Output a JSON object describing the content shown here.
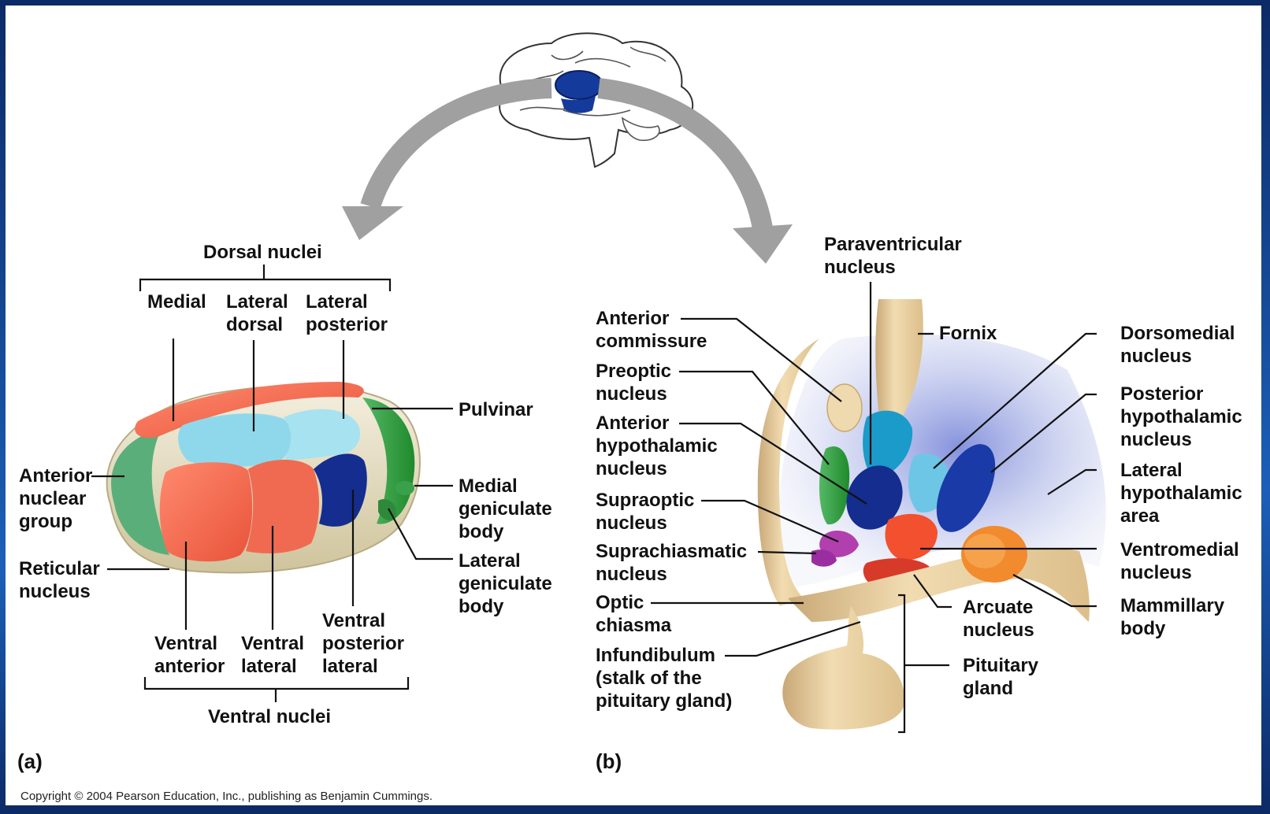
{
  "panel_a": {
    "tag": "(a)",
    "dorsal": {
      "group": "Dorsal nuclei",
      "medial": "Medial",
      "lateral_dorsal": [
        "Lateral",
        "dorsal"
      ],
      "lateral_posterior": [
        "Lateral",
        "posterior"
      ]
    },
    "pulvinar": "Pulvinar",
    "anterior_group": [
      "Anterior",
      "nuclear",
      "group"
    ],
    "reticular": [
      "Reticular",
      "nucleus"
    ],
    "medial_geniculate": [
      "Medial",
      "geniculate",
      "body"
    ],
    "lateral_geniculate": [
      "Lateral",
      "geniculate",
      "body"
    ],
    "ventral": {
      "group": "Ventral nuclei",
      "anterior": [
        "Ventral",
        "anterior"
      ],
      "lateral": [
        "Ventral",
        "lateral"
      ],
      "posterior_lateral": [
        "Ventral",
        "posterior",
        "lateral"
      ]
    }
  },
  "panel_b": {
    "tag": "(b)",
    "paraventricular": [
      "Paraventricular",
      "nucleus"
    ],
    "fornix": "Fornix",
    "anterior_commissure": [
      "Anterior",
      "commissure"
    ],
    "preoptic": [
      "Preoptic",
      "nucleus"
    ],
    "anterior_hypothalamic": [
      "Anterior",
      "hypothalamic",
      "nucleus"
    ],
    "supraoptic": [
      "Supraoptic",
      "nucleus"
    ],
    "suprachiasmatic": [
      "Suprachiasmatic",
      "nucleus"
    ],
    "optic_chiasma": [
      "Optic",
      "chiasma"
    ],
    "infundibulum": [
      "Infundibulum",
      "(stalk of the",
      "pituitary gland)"
    ],
    "dorsomedial": [
      "Dorsomedial",
      "nucleus"
    ],
    "posterior_hypothalamic": [
      "Posterior",
      "hypothalamic",
      "nucleus"
    ],
    "lateral_hypothalamic": [
      "Lateral",
      "hypothalamic",
      "area"
    ],
    "ventromedial": [
      "Ventromedial",
      "nucleus"
    ],
    "mammillary": [
      "Mammillary",
      "body"
    ],
    "arcuate": [
      "Arcuate",
      "nucleus"
    ],
    "pituitary": [
      "Pituitary",
      "gland"
    ]
  },
  "copyright": "Copyright © 2004 Pearson Education, Inc., publishing as Benjamin Cummings.",
  "colors": {
    "frame": "#0c2a66",
    "salmon": "#f26a50",
    "light_blue": "#8fd8ec",
    "dark_blue": "#142d8e",
    "green": "#2e9a3a",
    "tan": "#e9cf9c",
    "arrow_gray": "#a0a0a0"
  }
}
